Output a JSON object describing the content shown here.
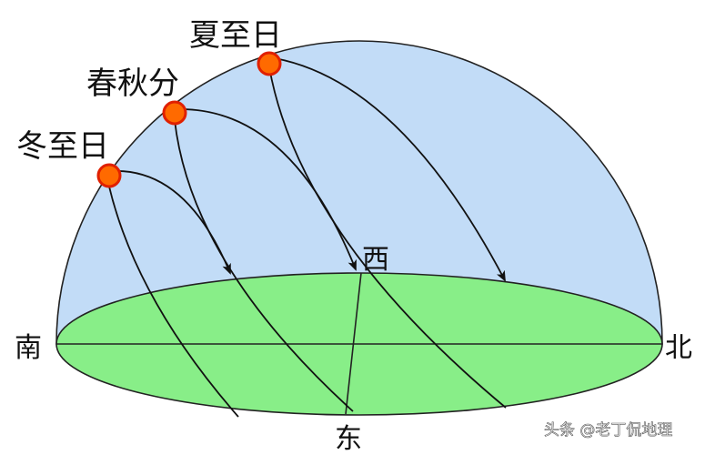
{
  "labels": {
    "summer_solstice": "夏至日",
    "equinox": "春秋分",
    "winter_solstice": "冬至日"
  },
  "directions": {
    "south": "南",
    "north": "北",
    "west": "西",
    "east": "东"
  },
  "watermark": "头条 @老丁侃地理",
  "colors": {
    "sky_dome": "#c2dcf7",
    "ground": "#88ee88",
    "sun": "#ff6600",
    "sun_outline": "#e02000",
    "line": "#111111"
  }
}
